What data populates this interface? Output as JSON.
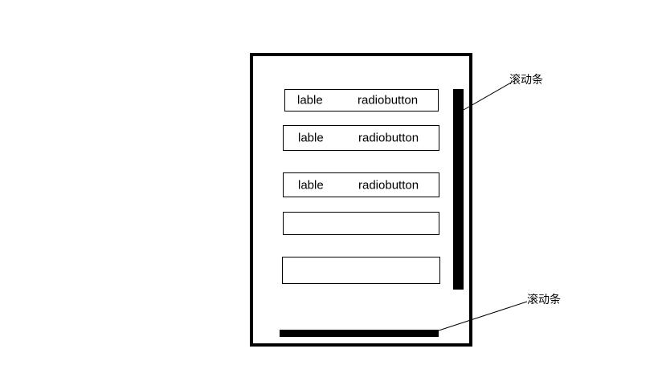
{
  "rows": [
    {
      "label": "lable",
      "control": "radiobutton"
    },
    {
      "label": "lable",
      "control": "radiobutton"
    },
    {
      "label": "lable",
      "control": "radiobutton"
    },
    {
      "label": "",
      "control": ""
    },
    {
      "label": "",
      "control": ""
    }
  ],
  "annotations": {
    "vertical_scrollbar": "滚动条",
    "horizontal_scrollbar": "滚动条"
  }
}
